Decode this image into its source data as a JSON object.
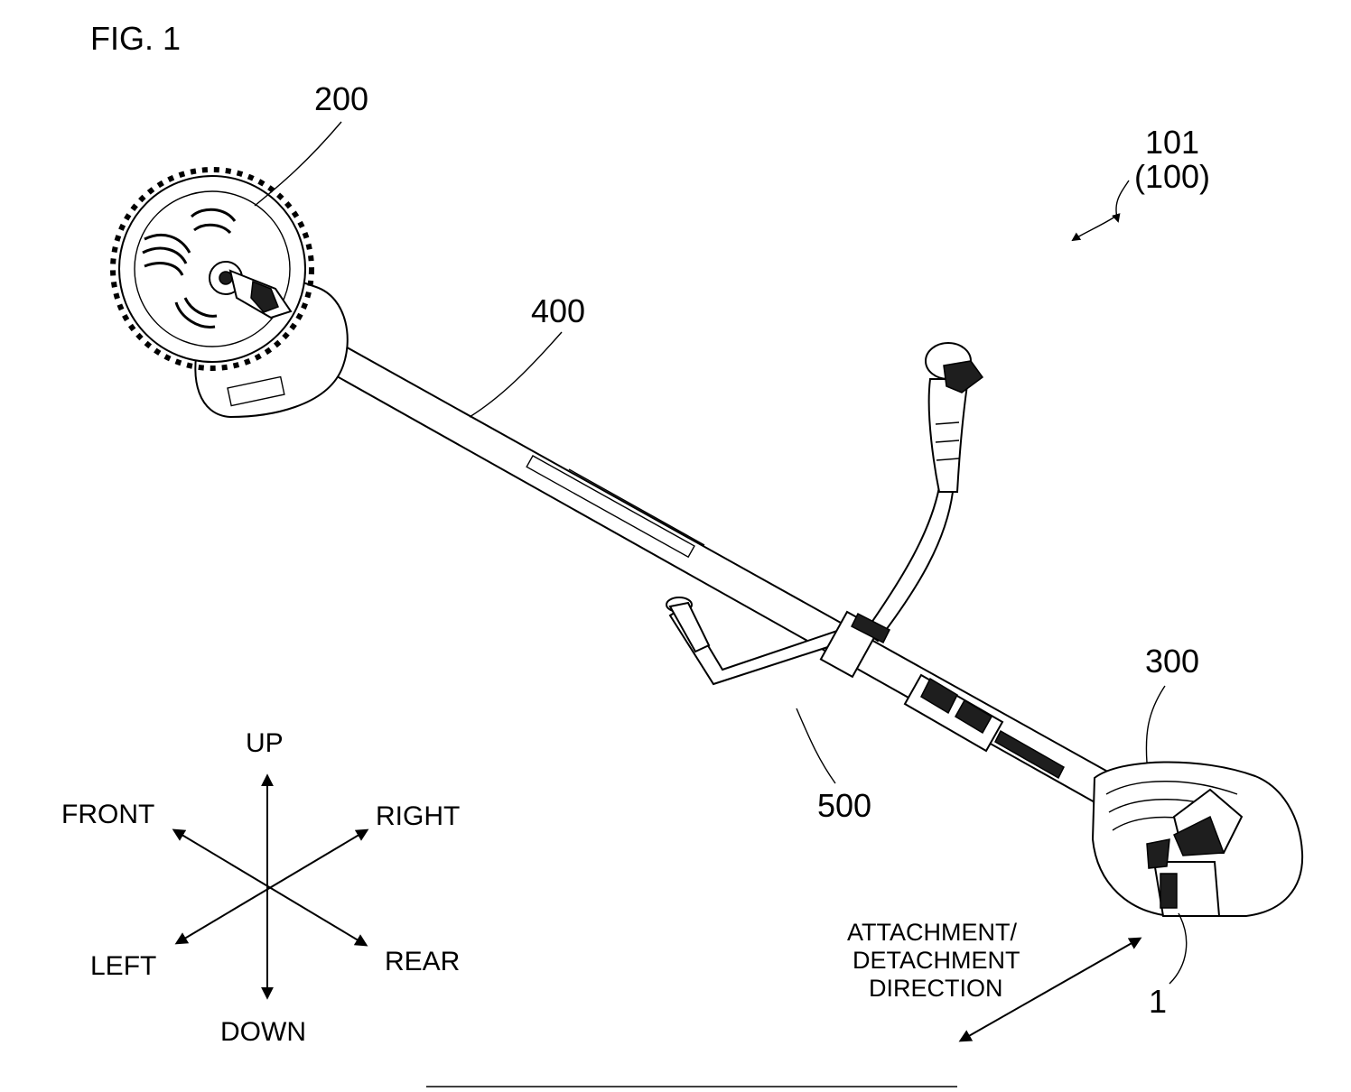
{
  "figure": {
    "title": "FIG. 1",
    "labels": {
      "blade_unit": "200",
      "device_main": "101",
      "device_alt": "(100)",
      "shaft": "400",
      "handle": "500",
      "motor_housing": "300",
      "battery": "1"
    },
    "directions": {
      "up": "UP",
      "down": "DOWN",
      "front": "FRONT",
      "right": "RIGHT",
      "left": "LEFT",
      "rear": "REAR"
    },
    "attach_direction": {
      "line1": "ATTACHMENT/",
      "line2": "DETACHMENT",
      "line3": "DIRECTION"
    }
  }
}
